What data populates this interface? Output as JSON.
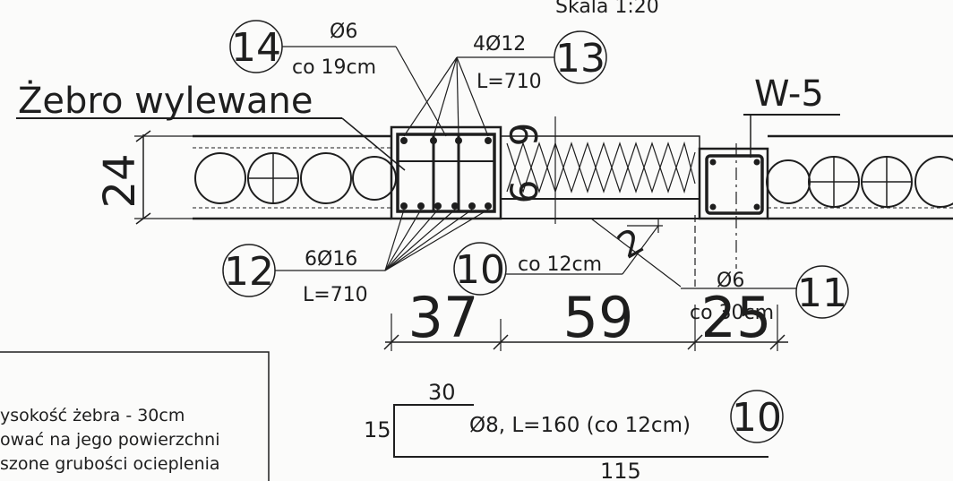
{
  "drawing": {
    "scale": "Skala 1:20",
    "rib_label": "Żebro wylewane",
    "wall_label": "W-5",
    "height_dim": "24",
    "dim_37": "37",
    "dim_59": "59",
    "dim_25": "25",
    "dim_2": "2",
    "dim_9": "9",
    "dim_6": "6",
    "dim_30": "30",
    "dim_15": "15",
    "dim_115": "115"
  },
  "markers": {
    "m10a": "10",
    "m10b": "10",
    "m11": "11",
    "m12": "12",
    "m13": "13",
    "m14": "14"
  },
  "callouts": {
    "c14_top": "Ø6",
    "c14_bottom": "co 19cm",
    "c13_top": "4Ø12",
    "c13_bottom": "L=710",
    "c12_top": "6Ø16",
    "c12_bottom": "L=710",
    "c10": "co 12cm",
    "c11_top": "Ø6",
    "c11_bottom": "co 30cm",
    "bar10": "Ø8, L=160 (co 12cm)"
  },
  "notes": {
    "line1": "ysokość żebra - 30cm",
    "line2": "ować na jego powierzchni",
    "line3": "szone grubości ocieplenia"
  }
}
